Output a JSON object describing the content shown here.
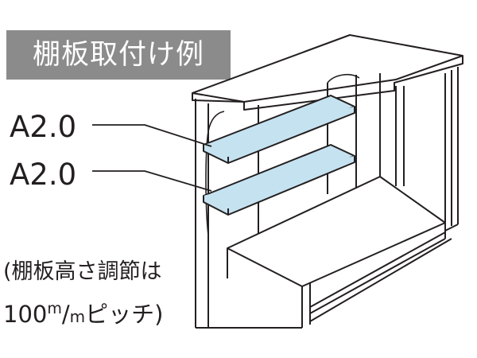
{
  "title": "棚板取付け例",
  "callouts": [
    {
      "label": "A2.0"
    },
    {
      "label": "A2.0"
    }
  ],
  "note": {
    "line1": "(棚板高さ調節は",
    "line2_prefix": "100",
    "line2_sup": "m",
    "line2_slash": "/",
    "line2_sub": "m",
    "line2_suffix": "ピッチ)"
  },
  "colors": {
    "shelf_fill": "#c5e2f0",
    "line": "#231f20",
    "badge": "#8b8b8b"
  }
}
